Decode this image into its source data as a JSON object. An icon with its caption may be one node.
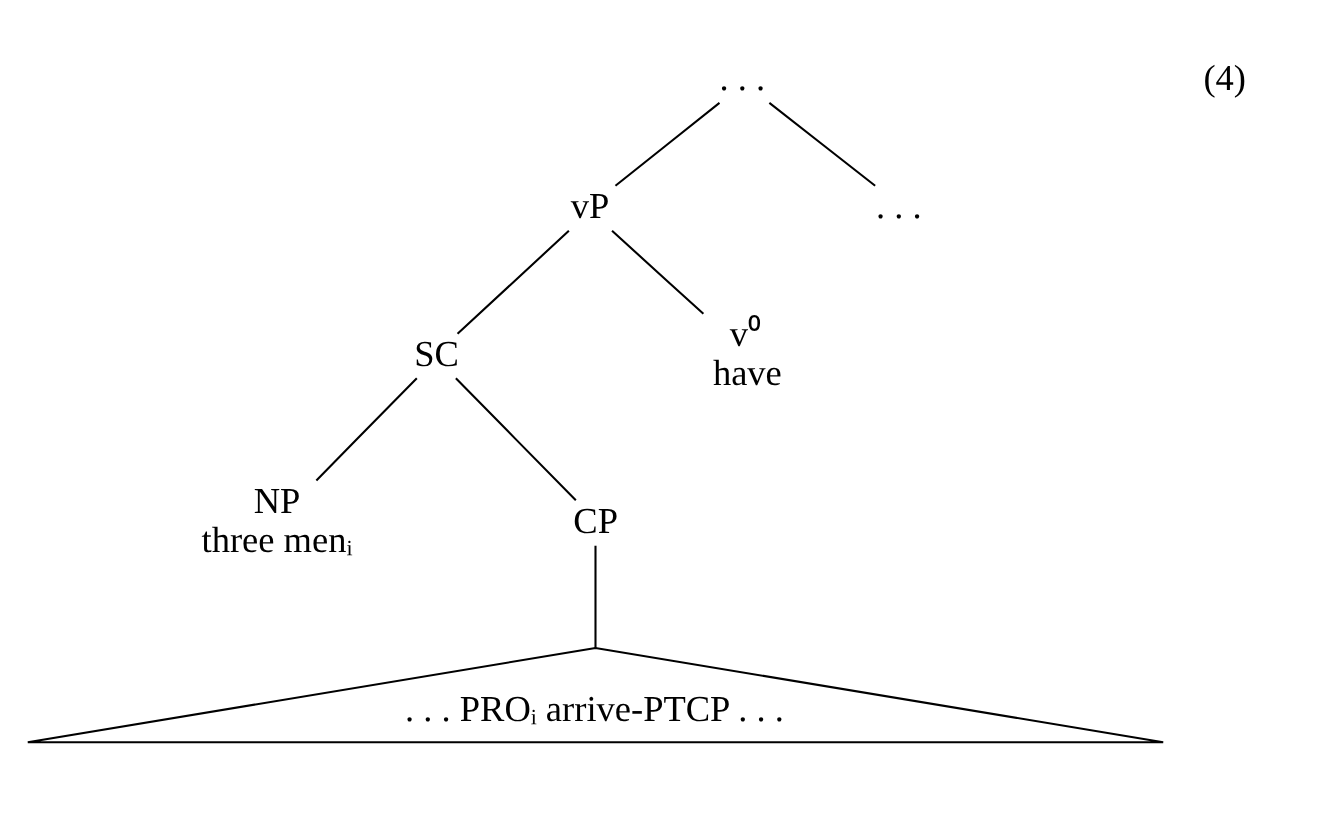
{
  "diagram": {
    "nodes": [
      {
        "text": [
          ". . ."
        ]
      },
      {
        "text": [
          "vP"
        ]
      },
      {
        "text": [
          ". . ."
        ]
      },
      {
        "text": [
          "SC"
        ]
      },
      {
        "text": [
          "v⁰",
          "have"
        ]
      },
      {
        "text": [
          "NP",
          "three menᵢ"
        ]
      },
      {
        "text": [
          "CP"
        ]
      },
      {
        "text": [
          ". . . PROᵢ arrive-PTCP . . ."
        ]
      }
    ],
    "edges": [
      {
        "from": 0,
        "to": 1,
        "arrow": "none"
      },
      {
        "from": 0,
        "to": 2,
        "arrow": "none"
      },
      {
        "from": 1,
        "to": 3,
        "arrow": "none"
      },
      {
        "from": 1,
        "to": 4,
        "arrow": "none"
      },
      {
        "from": 3,
        "to": 5,
        "arrow": "none"
      },
      {
        "from": 3,
        "to": 6,
        "arrow": "none"
      },
      {
        "from": 6,
        "to": 7,
        "arrow": "none"
      }
    ],
    "labels": [
      "(4)"
    ]
  }
}
